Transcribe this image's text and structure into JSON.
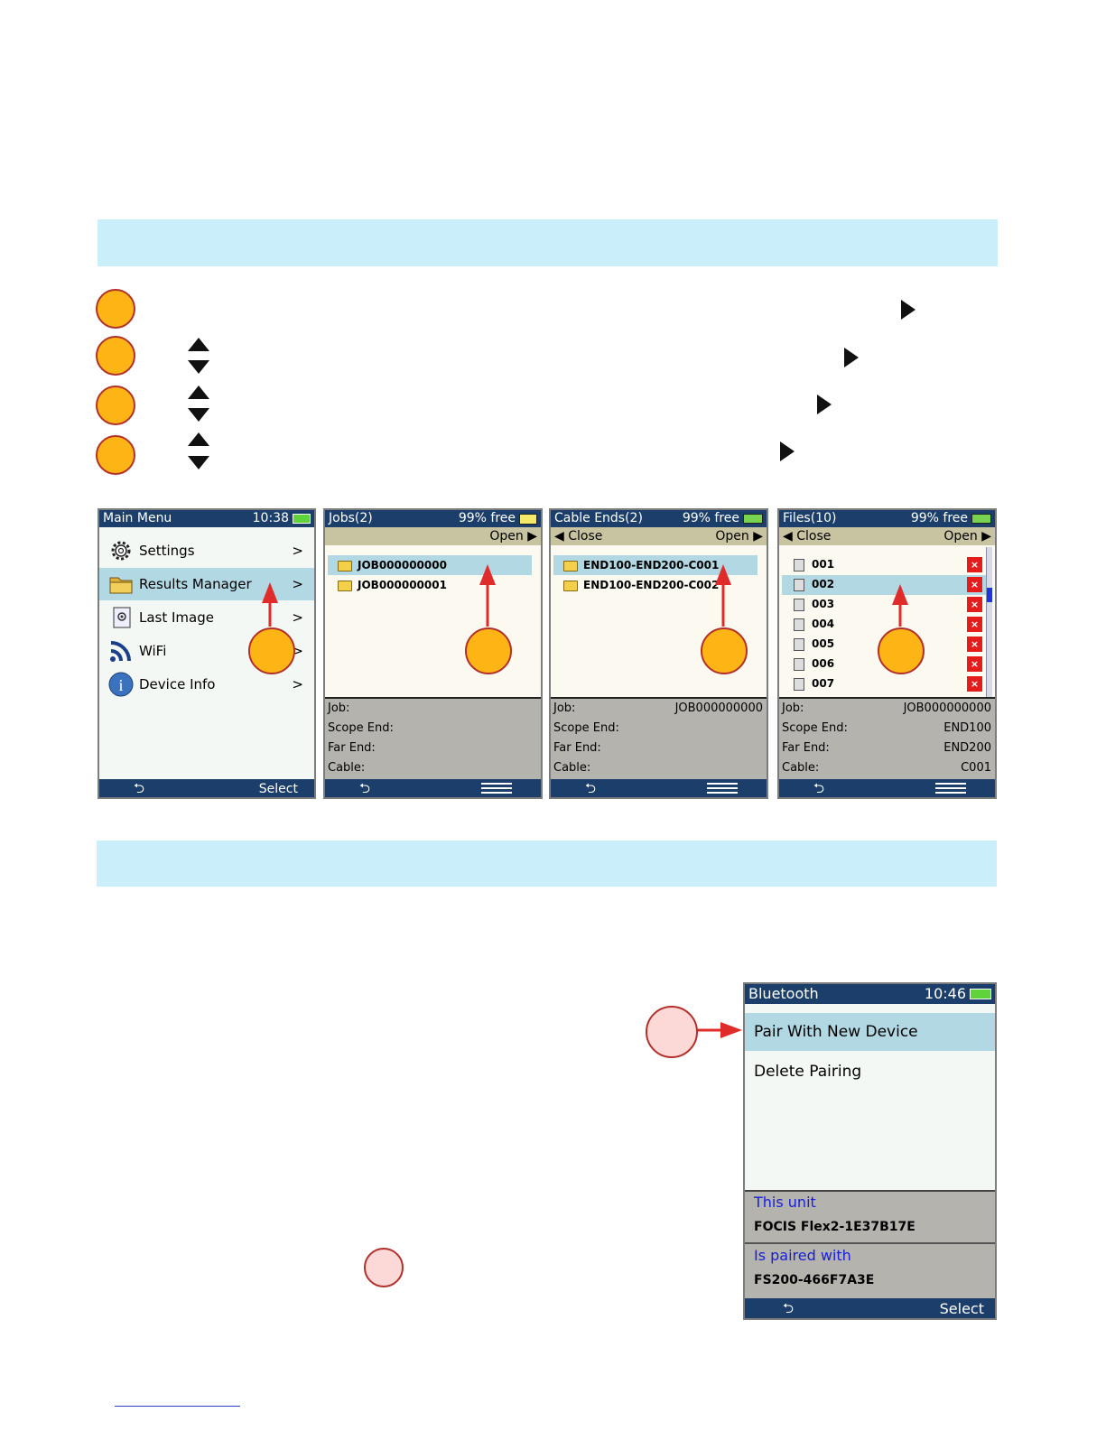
{
  "screens": {
    "main_menu": {
      "title": "Main Menu",
      "time": "10:38",
      "items": [
        {
          "label": "Settings",
          "chevron": ">"
        },
        {
          "label": "Results Manager",
          "chevron": ">"
        },
        {
          "label": "Last Image",
          "chevron": ">"
        },
        {
          "label": "WiFi",
          "chevron": ">"
        },
        {
          "label": "Device Info",
          "chevron": ">"
        }
      ],
      "back": "⮌",
      "select": "Select"
    },
    "jobs": {
      "title": "Jobs(2)",
      "free": "99% free",
      "open": "Open",
      "items": [
        "JOB000000000",
        "JOB000000001"
      ],
      "info": {
        "job": "Job:",
        "scope_end": "Scope End:",
        "far_end": "Far End:",
        "cable": "Cable:"
      },
      "back": "⮌"
    },
    "cable_ends": {
      "title": "Cable Ends(2)",
      "free": "99% free",
      "close": "Close",
      "open": "Open",
      "items": [
        "END100-END200-C001",
        "END100-END200-C002"
      ],
      "info": {
        "job": "Job:",
        "job_value": "JOB000000000",
        "scope_end": "Scope End:",
        "far_end": "Far End:",
        "cable": "Cable:"
      },
      "back": "⮌"
    },
    "files": {
      "title": "Files(10)",
      "free": "99% free",
      "close": "Close",
      "open": "Open",
      "items": [
        "001",
        "002",
        "003",
        "004",
        "005",
        "006",
        "007"
      ],
      "delete": "×",
      "info": {
        "job": "Job:",
        "job_value": "JOB000000000",
        "scope_end": "Scope End:",
        "scope_value": "END100",
        "far_end": "Far End:",
        "far_value": "END200",
        "cable": "Cable:",
        "cable_value": "C001"
      },
      "back": "⮌"
    },
    "bluetooth": {
      "title": "Bluetooth",
      "time": "10:46",
      "items": [
        "Pair With New Device",
        "Delete Pairing"
      ],
      "this_unit_label": "This unit",
      "this_unit_value": "FOCIS Flex2-1E37B17E",
      "paired_label": "Is paired with",
      "paired_value": "FS200-466F7A3E",
      "back": "⮌",
      "select": "Select"
    }
  },
  "colors": {
    "title_bar": "#1b3f6a",
    "highlight": "#b2d8e3",
    "callout": "#fdb515",
    "arrow": "#e02b2b",
    "band": "#cbeefb"
  }
}
